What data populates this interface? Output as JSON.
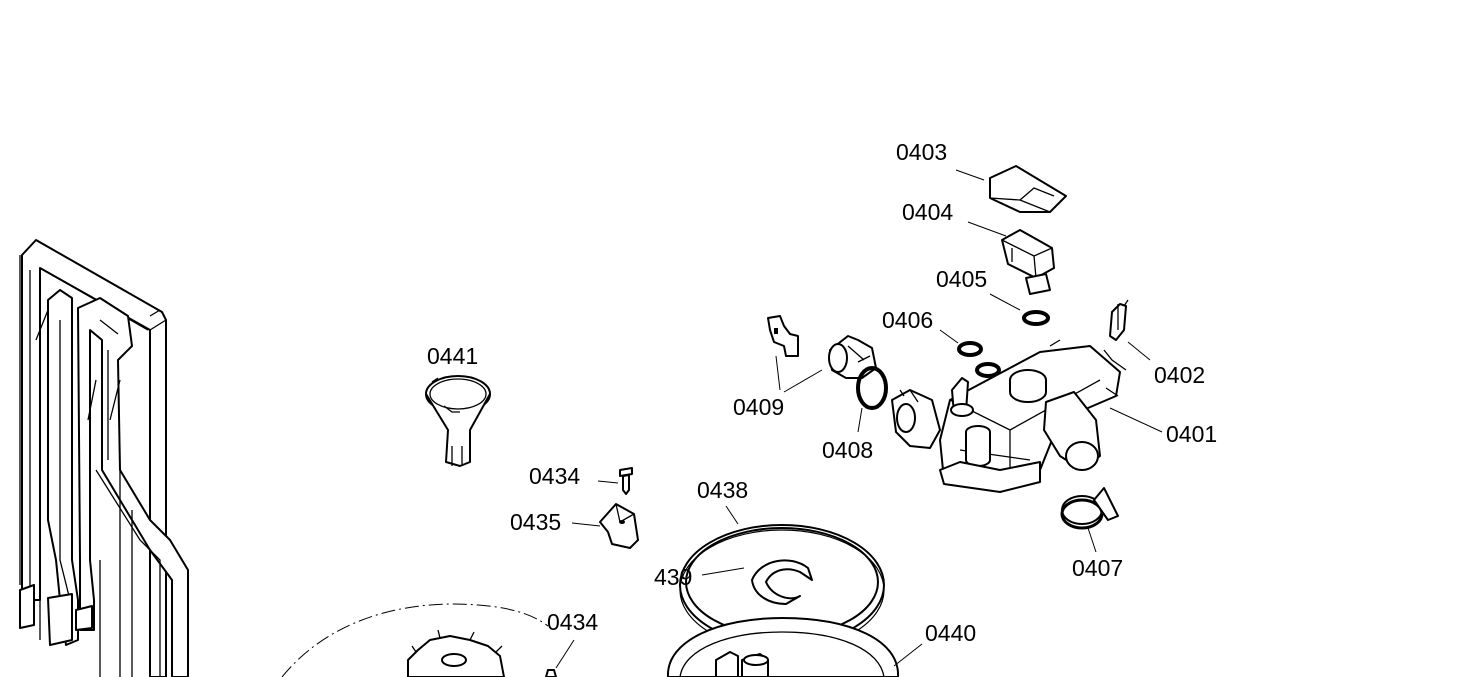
{
  "labels": {
    "p0403": "0403",
    "p0404": "0404",
    "p0405": "0405",
    "p0406": "0406",
    "p0402": "0402",
    "p0401": "0401",
    "p0409": "0409",
    "p0408": "0408",
    "p0407": "0407",
    "p0441": "0441",
    "p0434a": "0434",
    "p0435": "0435",
    "p0438": "0438",
    "p439": "439",
    "p0434b": "0434",
    "p0440": "0440"
  }
}
